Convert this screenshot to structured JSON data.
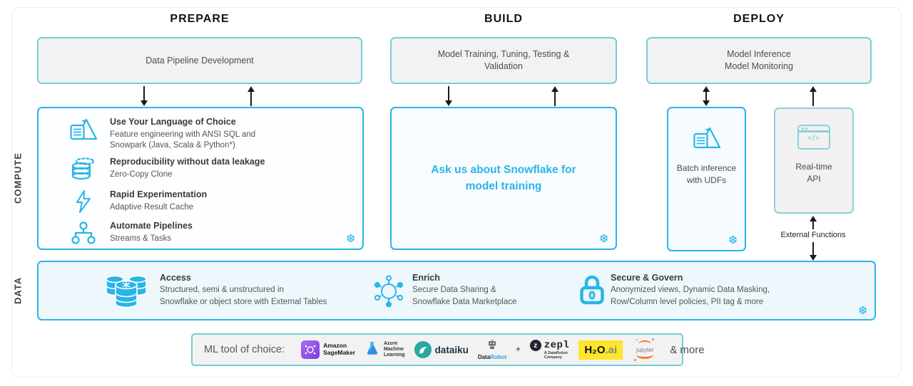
{
  "headers": {
    "prepare": "PREPARE",
    "build": "BUILD",
    "deploy": "DEPLOY"
  },
  "side_labels": {
    "compute": "COMPUTE",
    "data": "DATA"
  },
  "top_boxes": {
    "prepare": "Data Pipeline Development",
    "build": "Model Training, Tuning, Testing &\nValidation",
    "deploy": "Model Inference\nModel Monitoring"
  },
  "compute": {
    "features": [
      {
        "icon": "mountain-flag-icon",
        "title": "Use Your Language of Choice",
        "desc": "Feature engineering with ANSI SQL and\nSnowpark (Java, Scala & Python*)"
      },
      {
        "icon": "database-clone-icon",
        "title": "Reproducibility without data leakage",
        "desc": "Zero-Copy Clone"
      },
      {
        "icon": "lightning-icon",
        "title": "Rapid Experimentation",
        "desc": "Adaptive Result Cache"
      },
      {
        "icon": "pipeline-nodes-icon",
        "title": "Automate Pipelines",
        "desc": "Streams & Tasks"
      }
    ],
    "build_note": "Ask us about Snowflake for\nmodel training",
    "batch_label": "Batch inference\nwith UDFs",
    "realtime_label": "Real-time\nAPI",
    "external_functions": "External Functions"
  },
  "data_row": {
    "items": [
      {
        "icon": "database-stack-icon",
        "title": "Access",
        "desc": "Structured, semi & unstructured in\nSnowflake or object store with External Tables"
      },
      {
        "icon": "molecule-icon",
        "title": "Enrich",
        "desc": "Secure Data Sharing &\nSnowflake Data Marketplace"
      },
      {
        "icon": "lock-icon",
        "title": "Secure & Govern",
        "desc": "Anonymized views, Dynamic Data Masking,\nRow/Column level policies, PII tag & more"
      }
    ]
  },
  "ml_row": {
    "label": "ML tool of choice:",
    "logos": {
      "sagemaker": {
        "line1": "Amazon",
        "line2": "SageMaker"
      },
      "azure": {
        "line1": "Azure",
        "line2": "Machine",
        "line3": "Learning"
      },
      "dataiku": "dataiku",
      "datarobot": {
        "part1": "Data",
        "part2": "Robot"
      },
      "plus": "+",
      "zepl": {
        "name": "zepl",
        "tagline": "A DataRobot Company"
      },
      "h2o": {
        "name": "H₂O",
        "suffix": ".ai"
      },
      "jupyter": "jupyter"
    },
    "more": "& more"
  },
  "glyphs": {
    "snowflake": "❆",
    "code": "</>"
  },
  "colors": {
    "snowflake_blue": "#29b5e8",
    "teal_border": "#7bccd9",
    "arrow_black": "#1a1a1a"
  }
}
